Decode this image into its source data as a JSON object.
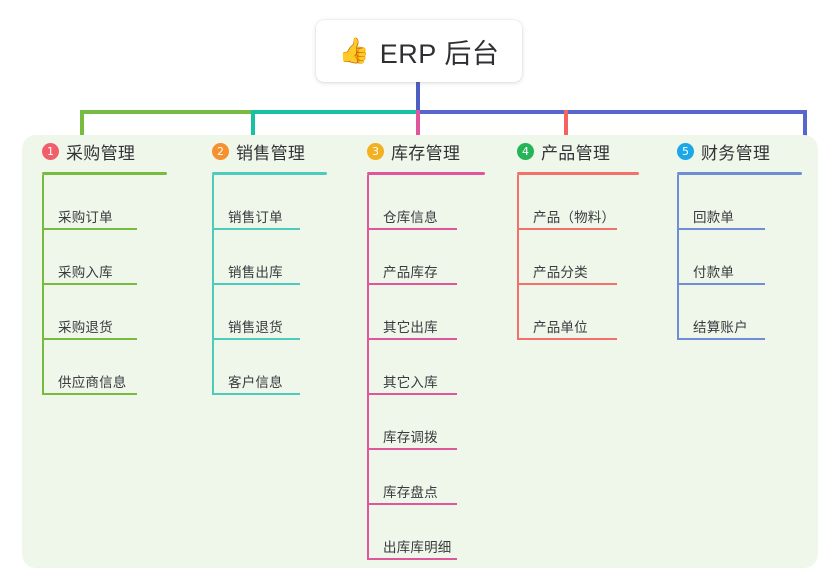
{
  "root": {
    "icon": "thumbs-up-icon",
    "icon_glyph": "👍",
    "title": "ERP 后台"
  },
  "panel": {
    "background_color": "#eef7e9"
  },
  "connectors": {
    "stem_color": "#4e5fc4",
    "segments": [
      {
        "name": "segment-green",
        "color": "#77bb41"
      },
      {
        "name": "segment-teal",
        "color": "#16c2a3"
      },
      {
        "name": "segment-blue",
        "color": "#5766cc"
      }
    ],
    "drops": [
      {
        "name": "drop-purchasing",
        "color": "#77bb41"
      },
      {
        "name": "drop-sales",
        "color": "#16c2a3"
      },
      {
        "name": "drop-inventory",
        "color": "#e0559c"
      },
      {
        "name": "drop-product",
        "color": "#f4635e"
      },
      {
        "name": "drop-finance",
        "color": "#5766cc"
      }
    ]
  },
  "columns": [
    {
      "number": "1",
      "title": "采购管理",
      "badge_color": "#f15f6a",
      "accent_color": "#77bb41",
      "items": [
        "采购订单",
        "采购入库",
        "采购退货",
        "供应商信息"
      ]
    },
    {
      "number": "2",
      "title": "销售管理",
      "badge_color": "#f5912e",
      "accent_color": "#4ecbbd",
      "items": [
        "销售订单",
        "销售出库",
        "销售退货",
        "客户信息"
      ]
    },
    {
      "number": "3",
      "title": "库存管理",
      "badge_color": "#f3b020",
      "accent_color": "#e0559c",
      "items": [
        "仓库信息",
        "产品库存",
        "其它出库",
        "其它入库",
        "库存调拨",
        "库存盘点",
        "出库库明细"
      ]
    },
    {
      "number": "4",
      "title": "产品管理",
      "badge_color": "#25b457",
      "accent_color": "#f4706b",
      "items": [
        "产品（物料）",
        "产品分类",
        "产品单位"
      ]
    },
    {
      "number": "5",
      "title": "财务管理",
      "badge_color": "#1ba7e8",
      "accent_color": "#6f8ed6",
      "items": [
        "回款单",
        "付款单",
        "结算账户"
      ]
    }
  ]
}
